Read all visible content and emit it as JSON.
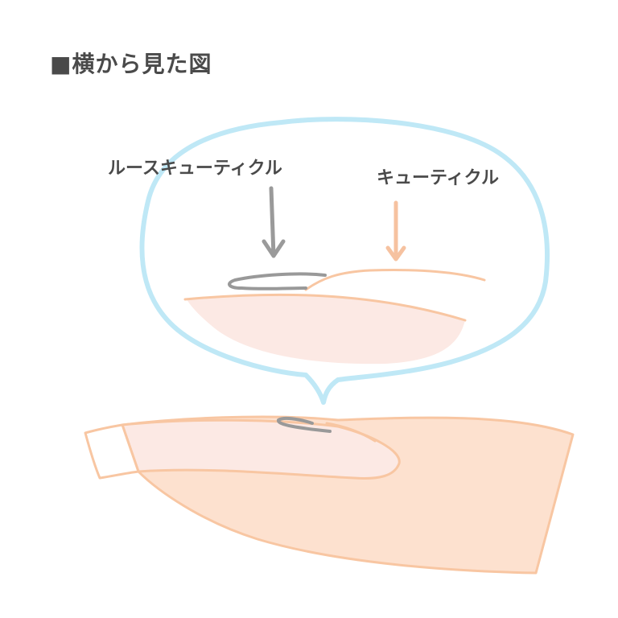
{
  "title": "■横から見た図",
  "labels": {
    "loose_cuticle": "ルースキューティクル",
    "cuticle": "キューティクル"
  },
  "colors": {
    "bubble_outline": "#bfe8f6",
    "finger_fill": "#fde1cf",
    "finger_outline": "#f8c6a2",
    "nail_fill": "#fce9e4",
    "loose_cuticle_stroke": "#999999",
    "loose_cuticle_arrow": "#9a9a9a",
    "cuticle_arrow": "#f6c2a0",
    "text": "#4a4a4a"
  }
}
